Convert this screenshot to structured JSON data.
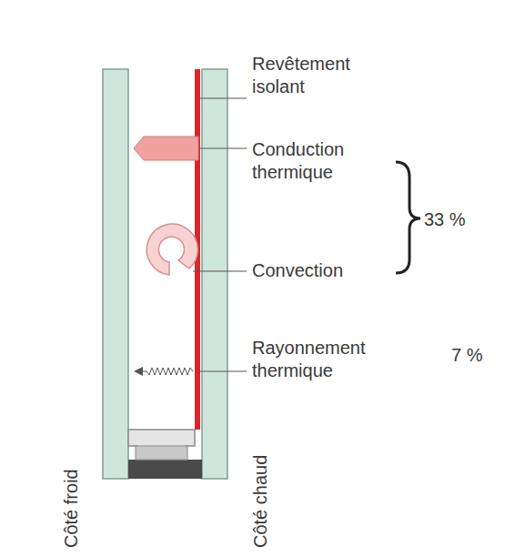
{
  "diagram": {
    "labels": [
      "Revêtement isolant",
      "Conduction thermique",
      "33 %",
      "Convection",
      "Rayonnement thermique",
      "7 %",
      "Côté froid",
      "Côté chaud"
    ]
  }
}
